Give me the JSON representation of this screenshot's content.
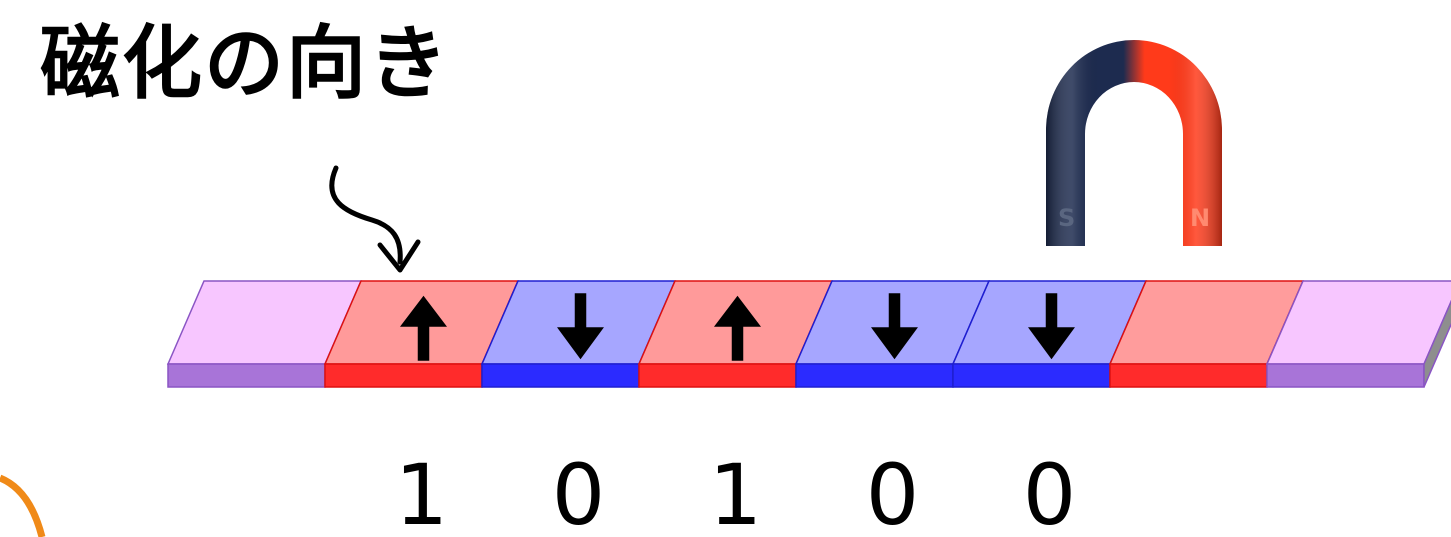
{
  "title": "磁化の向き",
  "magnet": {
    "south_label": "S",
    "north_label": "N",
    "south_color": "#1d2b4f",
    "north_color": "#ff3a1a"
  },
  "colors": {
    "up_top": "#ff9a9a",
    "up_front": "#ff2b2b",
    "up_edge": "#dd1111",
    "down_top": "#a6a6ff",
    "down_front": "#2b2bff",
    "down_edge": "#1f1fd0",
    "empty_top": "#f7c6ff",
    "empty_front": "#a874d8",
    "empty_edge": "#8a55c4",
    "red_top": "#ff9c9c",
    "red_front": "#ff2b2b",
    "arc": "#f08a18"
  },
  "cells": [
    {
      "type": "empty"
    },
    {
      "type": "up",
      "arrow": "up",
      "bit": "1"
    },
    {
      "type": "down",
      "arrow": "down",
      "bit": "0"
    },
    {
      "type": "up",
      "arrow": "up",
      "bit": "1"
    },
    {
      "type": "down",
      "arrow": "down",
      "bit": "0"
    },
    {
      "type": "down",
      "arrow": "down",
      "bit": "0"
    },
    {
      "type": "red"
    },
    {
      "type": "empty"
    }
  ]
}
